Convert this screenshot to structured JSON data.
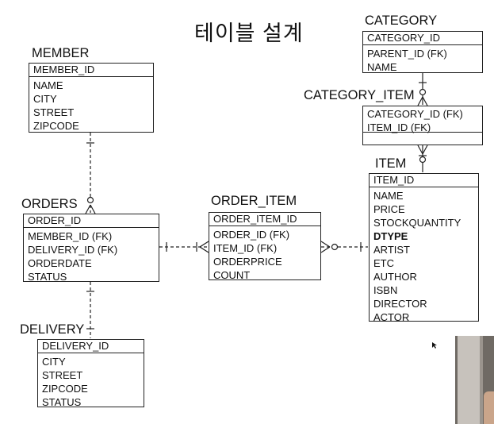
{
  "title": "테이블 설계",
  "entities": {
    "member": {
      "name": "MEMBER",
      "pk": "MEMBER_ID",
      "attrs": [
        "NAME",
        "CITY",
        "STREET",
        "ZIPCODE"
      ]
    },
    "orders": {
      "name": "ORDERS",
      "pk": "ORDER_ID",
      "attrs": [
        "MEMBER_ID (FK)",
        "DELIVERY_ID (FK)",
        "ORDERDATE",
        "STATUS"
      ]
    },
    "delivery": {
      "name": "DELIVERY",
      "pk": "DELIVERY_ID",
      "attrs": [
        "CITY",
        "STREET",
        "ZIPCODE",
        "STATUS"
      ]
    },
    "order_item": {
      "name": "ORDER_ITEM",
      "pk": "ORDER_ITEM_ID",
      "attrs": [
        "ORDER_ID (FK)",
        "ITEM_ID (FK)",
        "ORDERPRICE",
        "COUNT"
      ]
    },
    "category": {
      "name": "CATEGORY",
      "pk": "CATEGORY_ID",
      "attrs": [
        "PARENT_ID (FK)",
        "NAME"
      ]
    },
    "category_item": {
      "name": "CATEGORY_ITEM",
      "pk": "CATEGORY_ID (FK)",
      "attrs": [
        "ITEM_ID (FK)"
      ]
    },
    "item": {
      "name": "ITEM",
      "pk": "ITEM_ID",
      "attrs": [
        "NAME",
        "PRICE",
        "STOCKQUANTITY",
        "DTYPE",
        "ARTIST",
        "ETC",
        "AUTHOR",
        "ISBN",
        "DIRECTOR",
        "ACTOR"
      ]
    }
  },
  "colors": {
    "line": "#222222",
    "background": "#ffffff"
  }
}
